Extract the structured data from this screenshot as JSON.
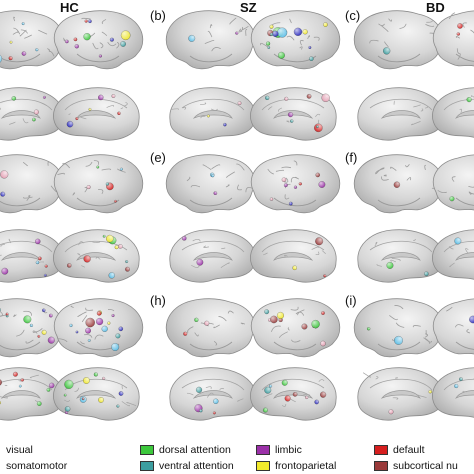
{
  "columns": [
    "HC",
    "SZ",
    "BD"
  ],
  "panel_labels": [
    "(b)",
    "(c)",
    "(e)",
    "(f)",
    "(h)",
    "(i)"
  ],
  "legend": [
    {
      "label": "visual",
      "color": ""
    },
    {
      "label": "somatomotor",
      "color": ""
    },
    {
      "label": "dorsal attention",
      "color": "#3cc83c"
    },
    {
      "label": "ventral attention",
      "color": "#3c9ea0"
    },
    {
      "label": "limbic",
      "color": "#9b30a8"
    },
    {
      "label": "frontoparietal",
      "color": "#f2ea2c"
    },
    {
      "label": "default",
      "color": "#d61e1e"
    },
    {
      "label": "subcortical nu",
      "color": "#9a3a3a"
    }
  ],
  "node_colors": [
    "#3cc83c",
    "#3c9ea0",
    "#9b30a8",
    "#f2ea2c",
    "#d61e1e",
    "#9a3a3a",
    "#5bbfe8",
    "#2a2ac0",
    "#e6a0b4"
  ]
}
